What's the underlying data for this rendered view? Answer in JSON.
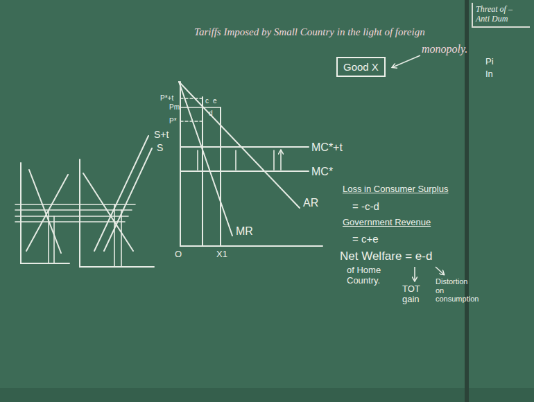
{
  "diagram": {
    "title": "Tariffs Imposed by Small Country in the light of foreign",
    "nodes": [
      {
        "text": [
          "Good X"
        ]
      },
      {
        "text": [
          "Threat of – Anti Dum"
        ]
      }
    ],
    "labels": [
      "monopoly.",
      "S+t",
      "S",
      "P*+t",
      "Pm",
      "P*",
      "c",
      "d",
      "e",
      "MC*+t",
      "MC*",
      "AR",
      "MR",
      "O",
      "X1",
      "Loss in Consumer Surplus",
      "= -c-d",
      "Government Revenue",
      "= c+e",
      "Net Welfare = e-d",
      "of Home Country.",
      "TOT gain",
      "Distortion on consumption",
      "Pi",
      "In"
    ]
  }
}
